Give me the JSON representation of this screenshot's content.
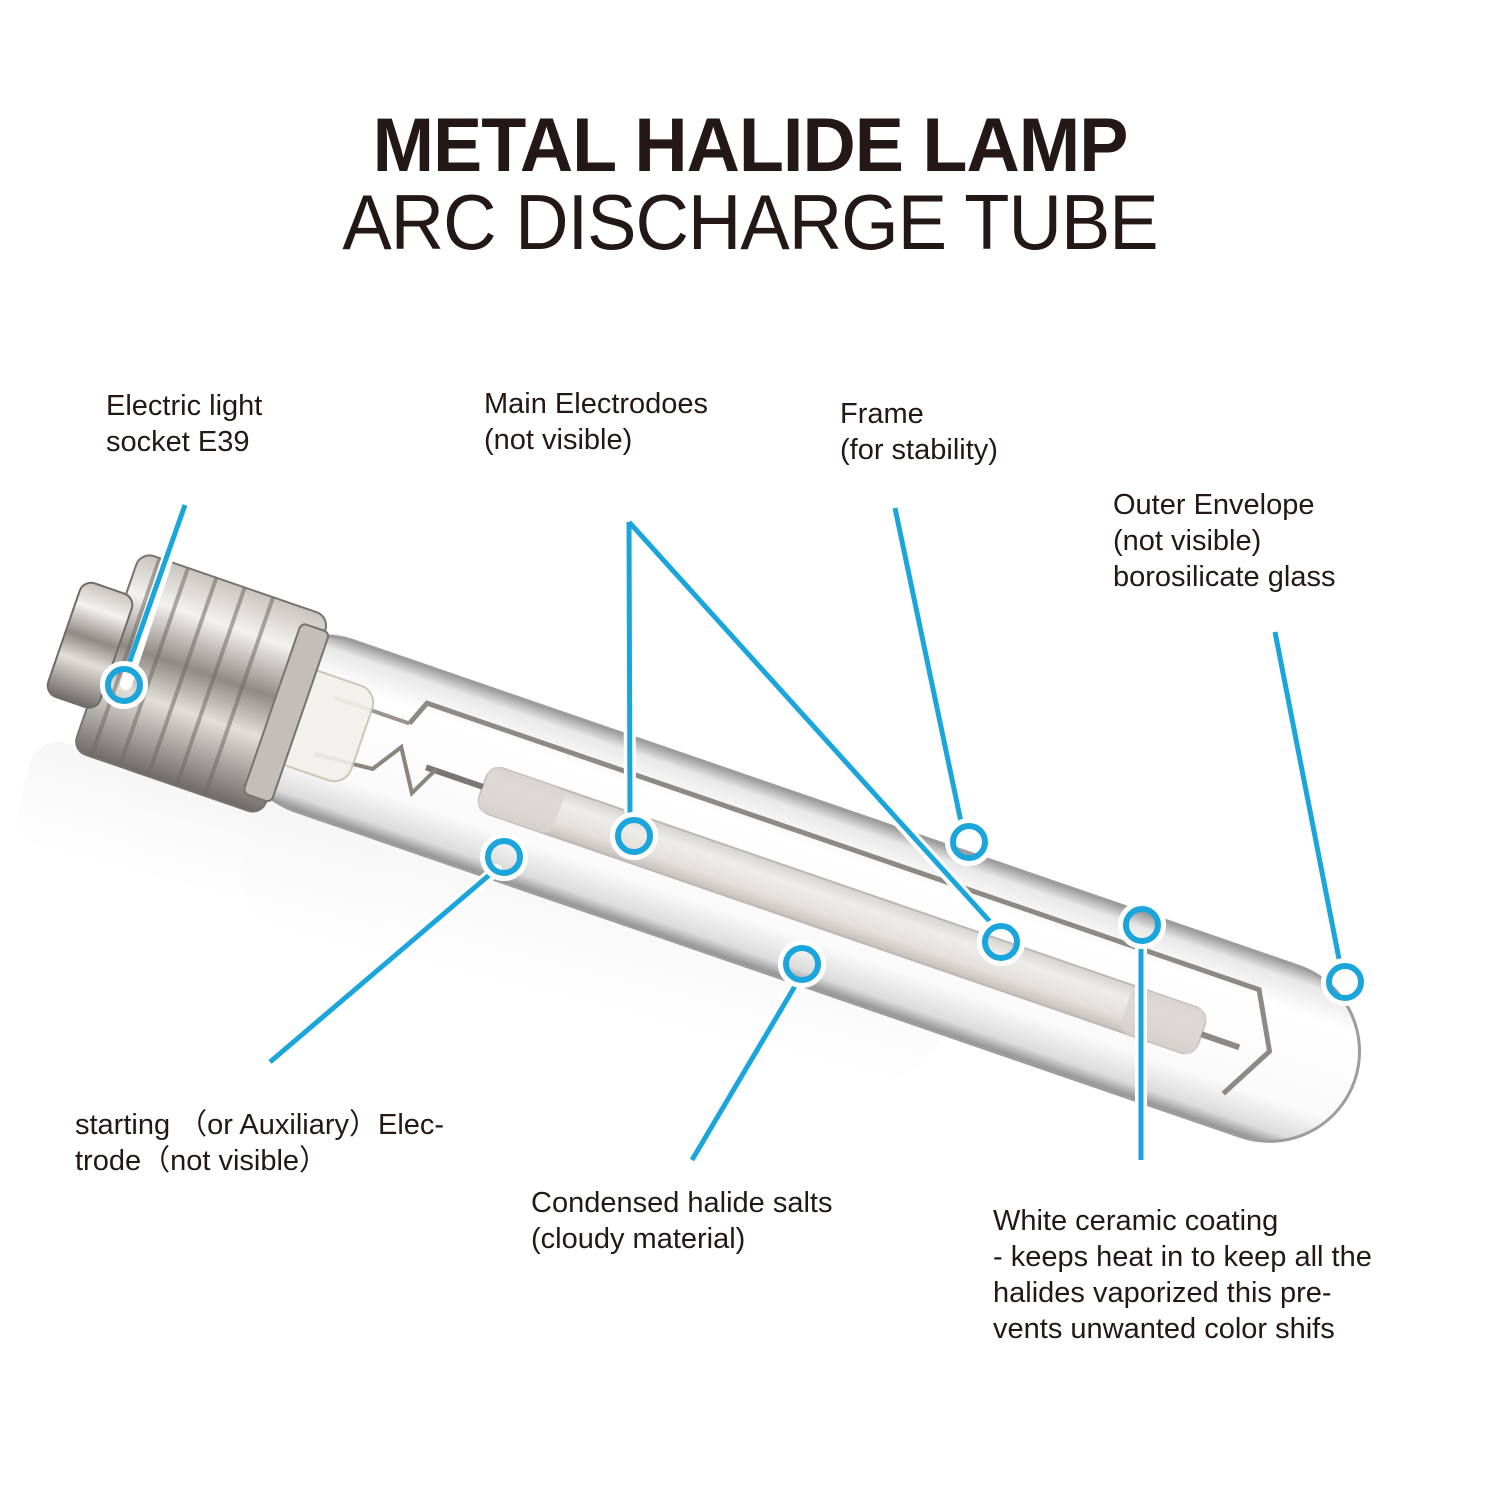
{
  "header": {
    "title": "METAL HALIDE LAMP",
    "subtitle": "ARC DISCHARGE TUBE"
  },
  "colors": {
    "callout": "#1aa6dc",
    "text": "#231815",
    "background": "#ffffff"
  },
  "labels": {
    "socket": {
      "line1": "Electric light",
      "line2": "socket  E39"
    },
    "main_electrodes": {
      "line1": "Main Electrodoes",
      "line2": "(not visible)"
    },
    "frame": {
      "line1": "Frame",
      "line2": "(for stability)"
    },
    "outer_envelope": {
      "line1": "Outer Envelope",
      "line2": "(not visible)",
      "line3": "borosilicate glass"
    },
    "starting_electrode": {
      "line1": "starting （or Auxiliary）Elec-",
      "line2": "trode（not visible）"
    },
    "halide_salts": {
      "line1": "Condensed halide salts",
      "line2": "(cloudy material)"
    },
    "ceramic_coating": {
      "line1": "White ceramic coating",
      "line2": "- keeps heat in to keep all the",
      "line3": "halides vaporized this pre-",
      "line4": "vents unwanted color shifs"
    }
  }
}
